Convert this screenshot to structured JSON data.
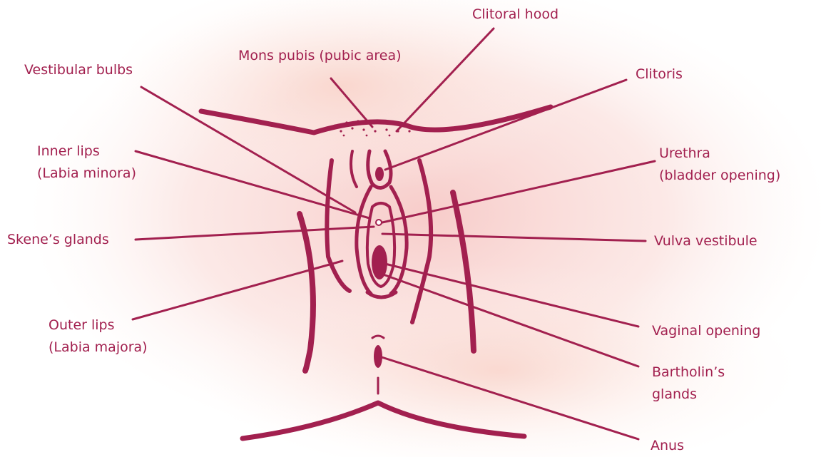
{
  "colors": {
    "ink": "#a2204f",
    "label": "#a2204f",
    "wash": "#f5c9c4"
  },
  "labels": {
    "clitoral_hood": "Clitoral hood",
    "mons_pubis": "Mons pubis (pubic area)",
    "vestibular_bulbs": "Vestibular bulbs",
    "clitoris": "Clitoris",
    "inner_lips_1": "Inner lips",
    "inner_lips_2": "(Labia minora)",
    "urethra_1": "Urethra",
    "urethra_2": "(bladder opening)",
    "skenes_glands": "Skene’s glands",
    "vulva_vestibule": "Vulva vestibule",
    "outer_lips_1": "Outer lips",
    "outer_lips_2": "(Labia majora)",
    "vaginal_opening": "Vaginal opening",
    "bartholins_1": "Bartholin’s",
    "bartholins_2": "glands",
    "anus": "Anus"
  }
}
